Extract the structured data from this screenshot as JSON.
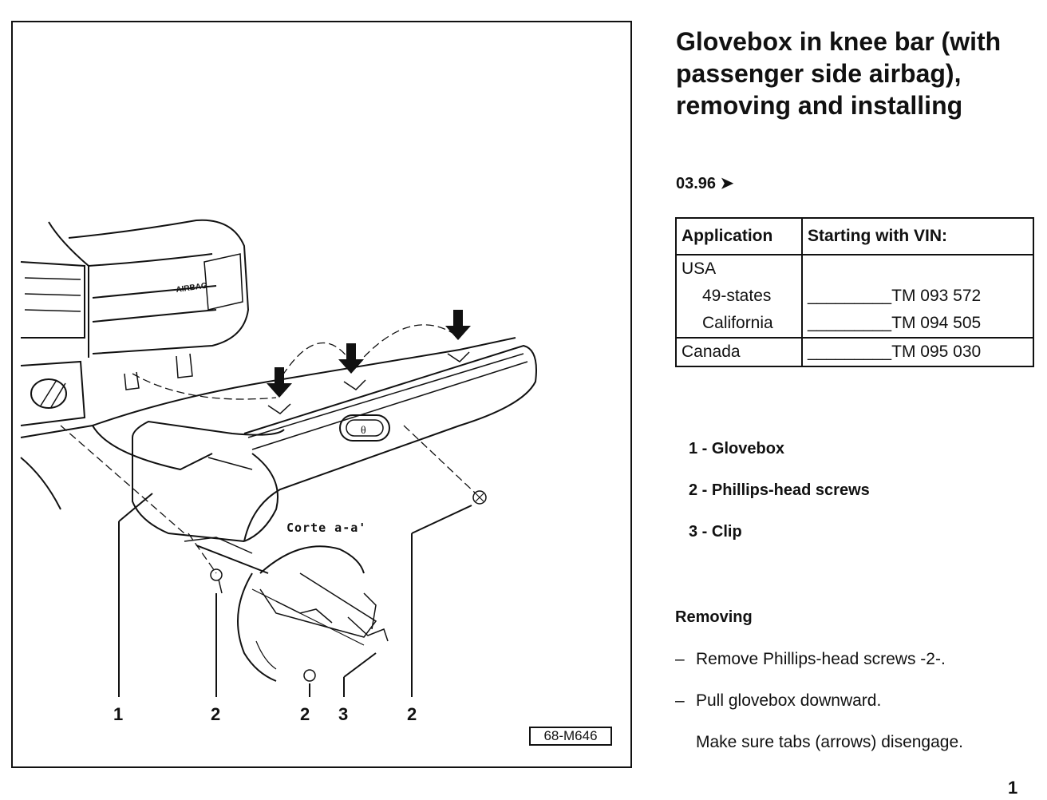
{
  "figure": {
    "callouts": [
      "1",
      "2",
      "2",
      "3",
      "2"
    ],
    "section_label": "Corte a-a'",
    "airbag_label": "AIRBAG",
    "code": "68-M646"
  },
  "title": "Glovebox in knee bar (with passenger side airbag), removing and installing",
  "date": "03.96 ➤",
  "vin_table": {
    "header_application": "Application",
    "header_vin": "Starting with VIN:",
    "usa": "USA",
    "rows": [
      {
        "label": "49-states",
        "vin": "_________TM 093 572"
      },
      {
        "label": "California",
        "vin": "_________TM 094 505"
      }
    ],
    "canada": "Canada",
    "canada_vin": "_________TM 095 030"
  },
  "legend": [
    "1 - Glovebox",
    "2 - Phillips-head screws",
    "3 - Clip"
  ],
  "removing_heading": "Removing",
  "steps": [
    {
      "dash": "–",
      "text": "Remove Phillips-head screws -2-."
    },
    {
      "dash": "–",
      "text": "Pull glovebox downward."
    }
  ],
  "note": "Make sure tabs (arrows) disengage.",
  "page_number": "1"
}
